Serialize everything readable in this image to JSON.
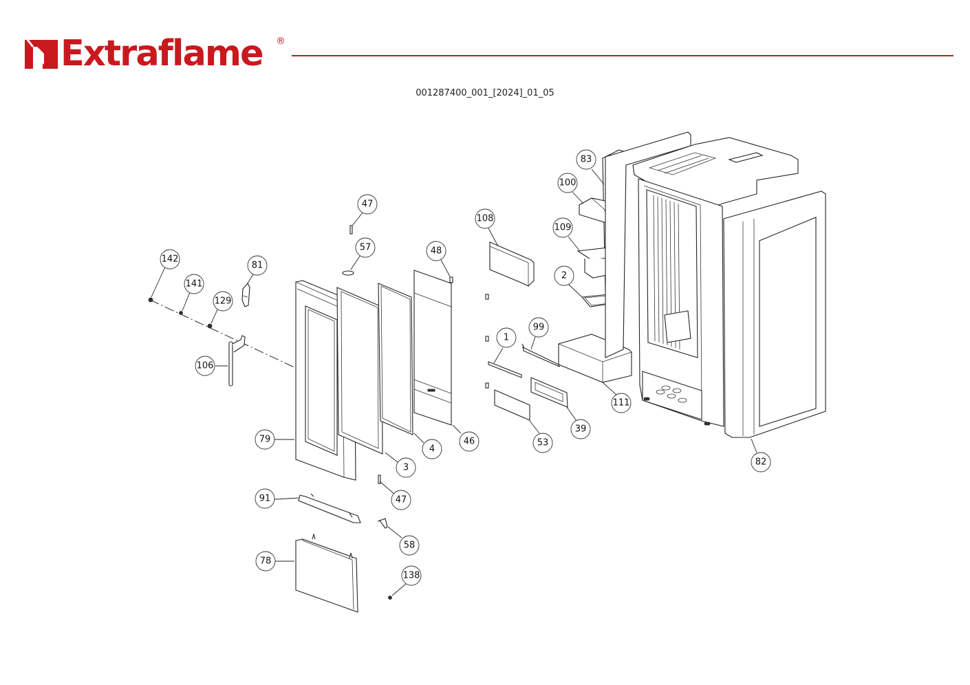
{
  "header": {
    "brand": "Extraflame",
    "registered_mark": "®",
    "brand_color": "#c8191f",
    "rule_color": "#b5202a",
    "document_code": "001287400_001_[2024]_01_05"
  },
  "diagram": {
    "type": "exploded-parts-view",
    "subject": "pellet stove front door and side panels",
    "callouts": [
      {
        "id": "142",
        "label": "142"
      },
      {
        "id": "141",
        "label": "141"
      },
      {
        "id": "129",
        "label": "129"
      },
      {
        "id": "81",
        "label": "81"
      },
      {
        "id": "106",
        "label": "106"
      },
      {
        "id": "47a",
        "label": "47"
      },
      {
        "id": "57",
        "label": "57"
      },
      {
        "id": "48",
        "label": "48"
      },
      {
        "id": "79",
        "label": "79"
      },
      {
        "id": "3",
        "label": "3"
      },
      {
        "id": "4",
        "label": "4"
      },
      {
        "id": "46",
        "label": "46"
      },
      {
        "id": "47b",
        "label": "47"
      },
      {
        "id": "91",
        "label": "91"
      },
      {
        "id": "58",
        "label": "58"
      },
      {
        "id": "78",
        "label": "78"
      },
      {
        "id": "138",
        "label": "138"
      },
      {
        "id": "108",
        "label": "108"
      },
      {
        "id": "1",
        "label": "1"
      },
      {
        "id": "99",
        "label": "99"
      },
      {
        "id": "53",
        "label": "53"
      },
      {
        "id": "39",
        "label": "39"
      },
      {
        "id": "111",
        "label": "111"
      },
      {
        "id": "2",
        "label": "2"
      },
      {
        "id": "109",
        "label": "109"
      },
      {
        "id": "100",
        "label": "100"
      },
      {
        "id": "83",
        "label": "83"
      },
      {
        "id": "82",
        "label": "82"
      }
    ]
  }
}
